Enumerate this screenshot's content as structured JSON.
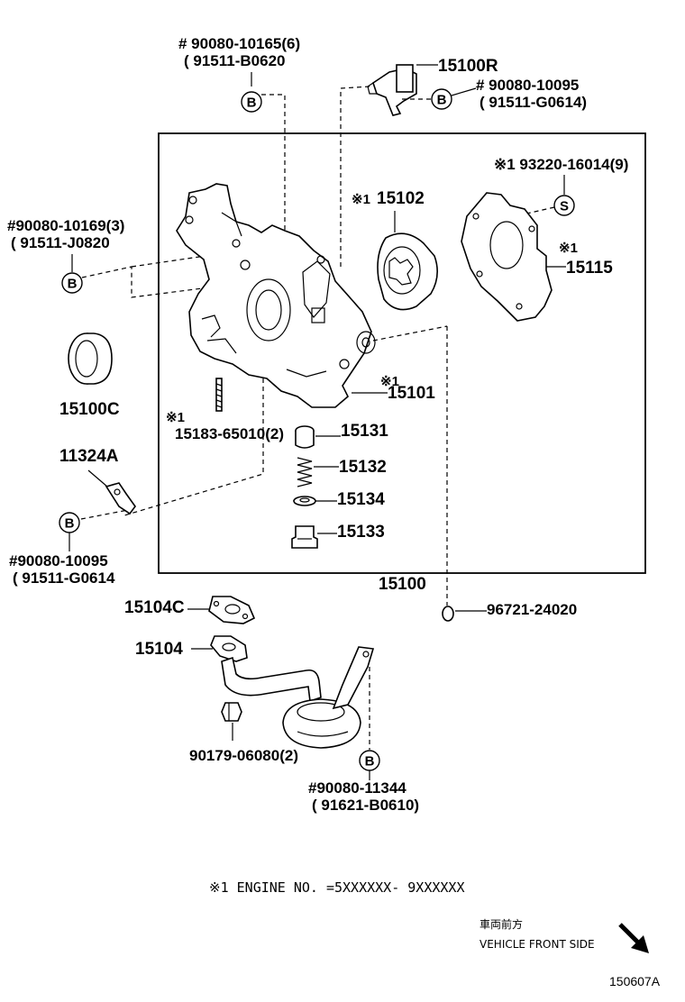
{
  "callouts": {
    "top_bolt_1": "# 90080-10165(6)",
    "top_bolt_2": "( 91511-B0620",
    "sensor": "15100R",
    "sensor_bolt_1": "# 90080-10095",
    "sensor_bolt_2": "( 91511-G0614)",
    "cover_screw_1": "※1  93220-16014(9)",
    "left_bolt_1": "#90080-10169(3)",
    "left_bolt_2": "( 91511-J0820",
    "rotor_mark": "※1",
    "rotor": "15102",
    "cover_mark": "※1",
    "cover": "15115",
    "seal": "15100C",
    "body_mark": "※1",
    "body": "15101",
    "stud_mark": "※1",
    "stud": "15183-65010(2)",
    "relief_valve": "15131",
    "spring": "15132",
    "retainer": "15134",
    "plug": "15133",
    "bracket": "11324A",
    "bottom_bolt_1": "#90080-10095",
    "bottom_bolt_2": "( 91511-G0614",
    "assembly": "15100",
    "gasket": "15104C",
    "oring": "96721-24020",
    "strainer": "15104",
    "nut": "90179-06080(2)",
    "strainer_bolt_1": "#90080-11344",
    "strainer_bolt_2": "( 91621-B0610)"
  },
  "circle_markers": {
    "b": "B",
    "s": "S"
  },
  "footnote": "※1  ENGINE NO. =5XXXXXX- 9XXXXXX",
  "direction": {
    "jp": "車両前方",
    "en": "VEHICLE FRONT SIDE"
  },
  "figure_id": "150607A"
}
